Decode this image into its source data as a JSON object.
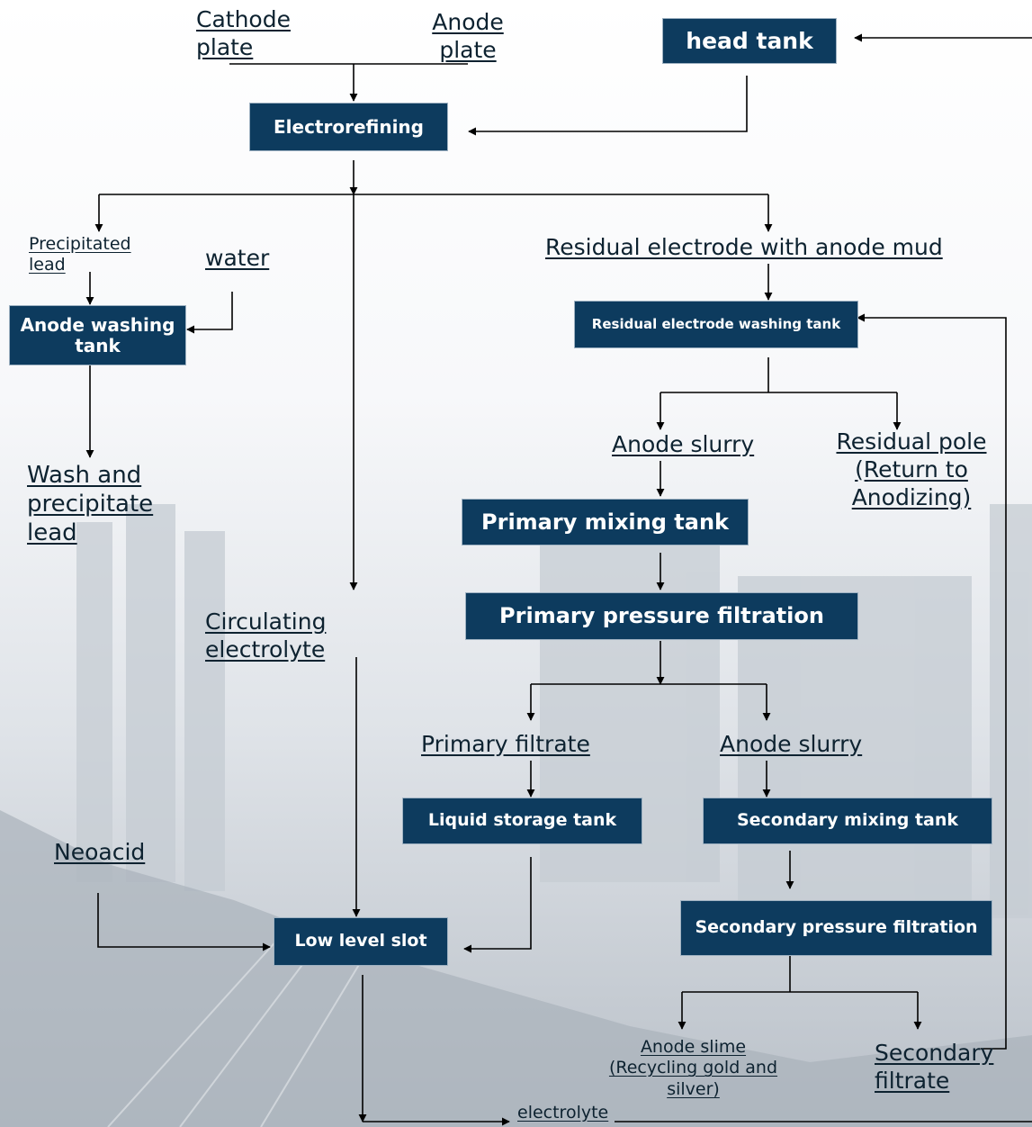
{
  "diagram": {
    "boxes": {
      "head_tank": "head tank",
      "electrorefining": "Electrorefining",
      "anode_washing_tank": "Anode washing tank",
      "residual_electrode_washing_tank": "Residual electrode washing tank",
      "primary_mixing_tank": "Primary mixing tank",
      "primary_pressure_filtration": "Primary pressure filtration",
      "liquid_storage_tank": "Liquid storage tank",
      "secondary_mixing_tank": "Secondary mixing tank",
      "low_level_slot": "Low level slot",
      "secondary_pressure_filtration": "Secondary pressure filtration"
    },
    "labels": {
      "cathode_plate": "Cathode plate",
      "anode_plate": "Anode plate",
      "precipitated_lead": "Precipitated lead",
      "water": "water",
      "wash_and_precipitate_lead": "Wash and precipitate lead",
      "residual_electrode_with_anode_mud": "Residual electrode with anode mud",
      "anode_slurry_1": "Anode slurry",
      "residual_pole": "Residual pole (Return to Anodizing)",
      "circulating_electrolyte": "Circulating electrolyte",
      "primary_filtrate": "Primary filtrate",
      "anode_slurry_2": "Anode slurry",
      "neoacid": "Neoacid",
      "anode_slime": "Anode slime (Recycling gold and silver)",
      "secondary_filtrate": "Secondary filtrate",
      "electrolyte": "electrolyte"
    }
  }
}
